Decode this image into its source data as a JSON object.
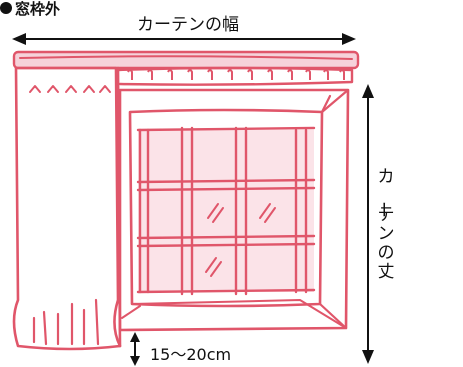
{
  "title": "窓枠外",
  "width_label": "カーテンの幅",
  "length_label": "カーテンの丈",
  "gap_label": "15～20cm",
  "colors": {
    "sketch": "#e0566a",
    "rod_fill": "#f6d2da",
    "glass_fill": "#fbe3e8",
    "arrow": "#111111",
    "text": "#111111"
  }
}
